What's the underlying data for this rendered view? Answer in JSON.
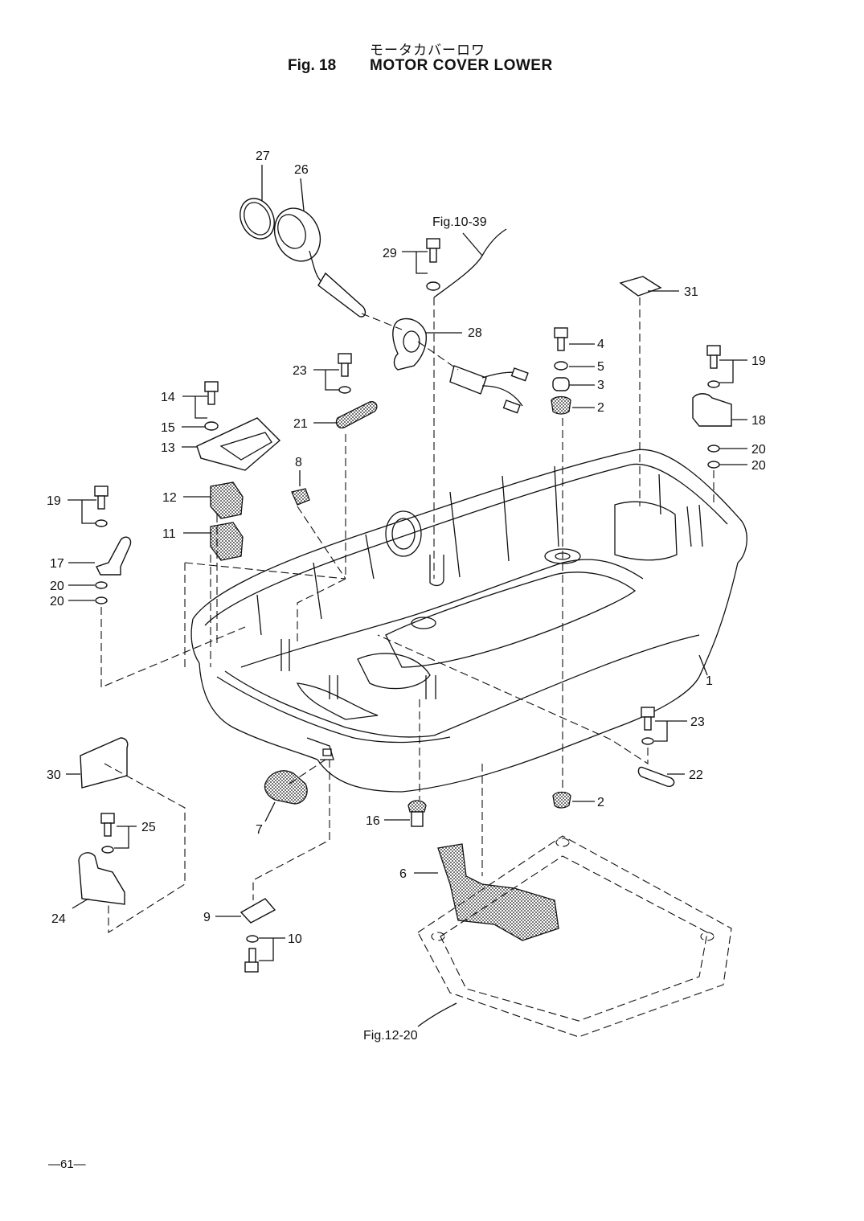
{
  "header": {
    "title_jp": "モータカバーロワ",
    "fig_label": "Fig. 18",
    "title": "MOTOR COVER LOWER"
  },
  "refs": {
    "fig_10_39": "Fig.10-39",
    "fig_12_20": "Fig.12-20"
  },
  "callouts": {
    "c1": "1",
    "c2a": "2",
    "c2b": "2",
    "c3": "3",
    "c4": "4",
    "c5": "5",
    "c6": "6",
    "c7": "7",
    "c8": "8",
    "c9": "9",
    "c10": "10",
    "c11": "11",
    "c12": "12",
    "c13": "13",
    "c14": "14",
    "c15": "15",
    "c16": "16",
    "c17": "17",
    "c18": "18",
    "c19a": "19",
    "c19b": "19",
    "c20a": "20",
    "c20b": "20",
    "c20c": "20",
    "c20d": "20",
    "c21": "21",
    "c22": "22",
    "c23a": "23",
    "c23b": "23",
    "c24": "24",
    "c25": "25",
    "c26": "26",
    "c27": "27",
    "c28": "28",
    "c29": "29",
    "c30": "30",
    "c31": "31"
  },
  "footer": {
    "page_number": "—61—"
  }
}
